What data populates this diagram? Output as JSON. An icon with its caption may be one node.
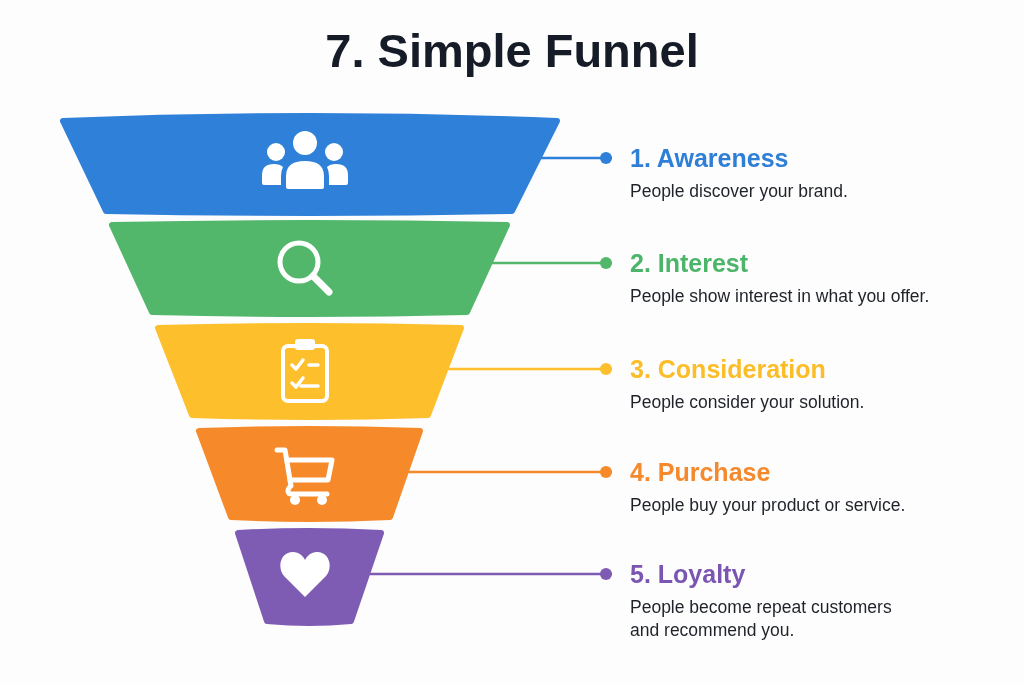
{
  "diagram": {
    "title": "7. Simple Funnel",
    "nodes": [
      {
        "text": [],
        "shape": "trapezoid"
      },
      {
        "text": [
          "1. Awareness",
          "People discover your brand."
        ]
      },
      {
        "text": [],
        "shape": "trapezoid"
      },
      {
        "text": [
          "2. Interest",
          "People show interest in what you offer."
        ]
      },
      {
        "text": [],
        "shape": "trapezoid"
      },
      {
        "text": [
          "3. Consideration",
          "People consider your solution."
        ]
      },
      {
        "text": [],
        "shape": "trapezoid"
      },
      {
        "text": [
          "4. Purchase",
          "People buy your product or service."
        ]
      },
      {
        "text": [],
        "shape": "trapezoid"
      },
      {
        "text": [
          "5. Loyalty",
          "People become repeat customers and recommend you."
        ]
      }
    ],
    "edges": [
      {
        "from": 0,
        "to": 1,
        "arrow": "other",
        "color": "#2f80d8"
      },
      {
        "from": 2,
        "to": 3,
        "arrow": "other",
        "color": "#52b76b"
      },
      {
        "from": 4,
        "to": 5,
        "arrow": "other",
        "color": "#fdbf2b"
      },
      {
        "from": 6,
        "to": 7,
        "arrow": "other",
        "color": "#f68a2a"
      },
      {
        "from": 8,
        "to": 9,
        "arrow": "other",
        "color": "#7f5cb4"
      }
    ]
  }
}
